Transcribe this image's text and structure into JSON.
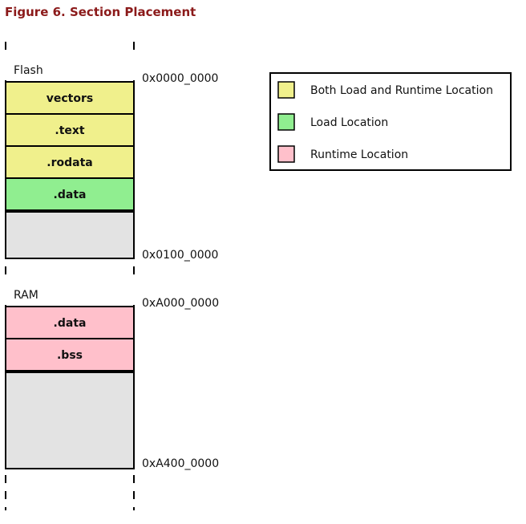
{
  "title": "Figure 6. Section Placement",
  "colors": {
    "title": "#8b1a1a",
    "both": "#f0f08c",
    "load": "#90ee90",
    "runtime": "#ffc0cb",
    "free": "#e3e3e3",
    "stroke": "#000000"
  },
  "flash": {
    "label": "Flash",
    "start_addr": "0x0000_0000",
    "end_addr": "0x0100_0000",
    "sections": [
      {
        "label": "vectors",
        "kind": "both"
      },
      {
        "label": ".text",
        "kind": "both"
      },
      {
        "label": ".rodata",
        "kind": "both"
      },
      {
        "label": ".data",
        "kind": "load"
      }
    ]
  },
  "ram": {
    "label": "RAM",
    "start_addr": "0xA000_0000",
    "end_addr": "0xA400_0000",
    "sections": [
      {
        "label": ".data",
        "kind": "runtime"
      },
      {
        "label": ".bss",
        "kind": "runtime"
      }
    ]
  },
  "legend": [
    {
      "label": "Both Load and Runtime Location",
      "kind": "both"
    },
    {
      "label": "Load Location",
      "kind": "load"
    },
    {
      "label": "Runtime Location",
      "kind": "runtime"
    }
  ]
}
